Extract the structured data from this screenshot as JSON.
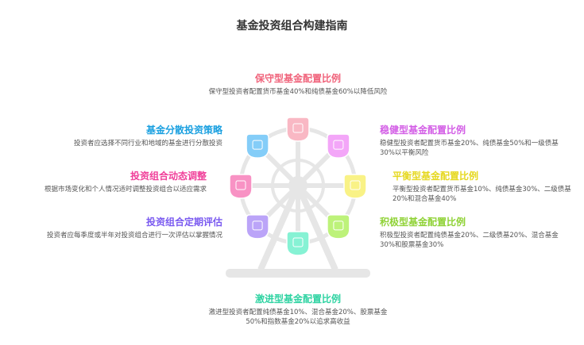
{
  "title": "基金投资组合构建指南",
  "items": [
    {
      "title": "保守型基金配置比例",
      "desc": "保守型投资者配置货币基金40%和纯债基金60%以降低风险",
      "color": "#f0627a",
      "fill": "#f9b8c4"
    },
    {
      "title": "稳健型基金配置比例",
      "desc": "稳健型投资者配置货币基金20%、纯债基金50%和一级债基30%以平衡风险",
      "color": "#d35ee6",
      "fill": "#f3a6f8"
    },
    {
      "title": "平衡型基金配置比例",
      "desc": "平衡型投资者配置货币基金10%、纯债基金30%、二级债基20%和混合基金40%",
      "color": "#e6d820",
      "fill": "#f9f286"
    },
    {
      "title": "积极型基金配置比例",
      "desc": "积极型投资者配置纯债基金20%、二级债基20%、混合基金30%和股票基金30%",
      "color": "#8fd236",
      "fill": "#bdf27a"
    },
    {
      "title": "激进型基金配置比例",
      "desc": "激进型投资者配置纯债基金10%、混合基金20%、股票基金50%和指数基金20%以追求高收益",
      "color": "#2ed3a2",
      "fill": "#86f2d4"
    },
    {
      "title": "投资组合定期评估",
      "desc": "投资者应每季度或半年对投资组合进行一次评估以掌握情况",
      "color": "#7a5af0",
      "fill": "#bba4f8"
    },
    {
      "title": "投资组合动态调整",
      "desc": "根据市场变化和个人情况适时调整投资组合以适应需求",
      "color": "#f0409a",
      "fill": "#f892c4"
    },
    {
      "title": "基金分散投资策略",
      "desc": "投资者应选择不同行业和地域的基金进行分散投资",
      "color": "#1aa0e0",
      "fill": "#84cdf8"
    }
  ]
}
